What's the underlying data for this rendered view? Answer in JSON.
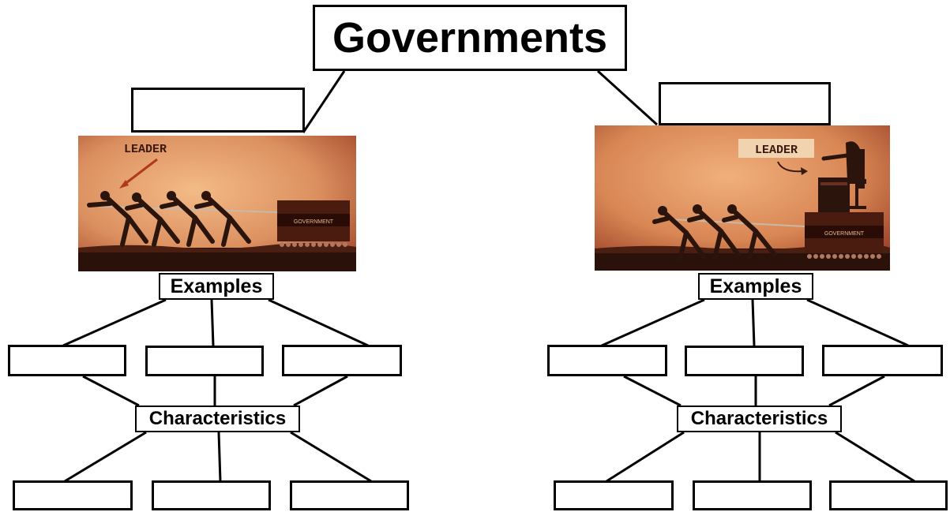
{
  "diagram": {
    "title": "Governments",
    "panels": [
      {
        "side": "left",
        "illustration": {
          "leader_label": "LEADER",
          "crate_label": "GOVERNMENT",
          "scene": "leader-pulling-with-people"
        },
        "examples_label": "Examples",
        "characteristics_label": "Characteristics",
        "heading_value": "",
        "example_values": [
          "",
          "",
          ""
        ],
        "characteristic_values": [
          "",
          "",
          ""
        ]
      },
      {
        "side": "right",
        "illustration": {
          "leader_label": "LEADER",
          "crate_label": "GOVERNMENT",
          "scene": "leader-seated-commanding"
        },
        "examples_label": "Examples",
        "characteristics_label": "Characteristics",
        "heading_value": "",
        "example_values": [
          "",
          "",
          ""
        ],
        "characteristic_values": [
          "",
          "",
          ""
        ]
      }
    ]
  },
  "colors": {
    "illustration_light": "#e8a773",
    "illustration_dark": "#a0452a",
    "ground": "#2a120a",
    "figure": "#2b140c"
  }
}
